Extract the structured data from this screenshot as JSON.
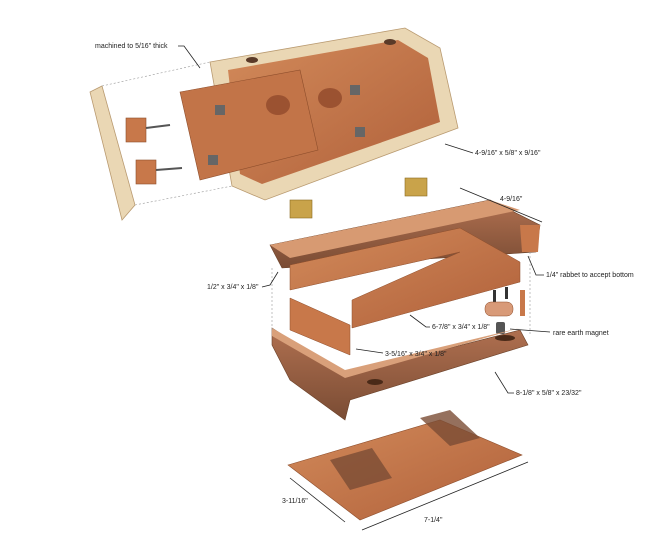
{
  "labels": {
    "lid_thickness": "machined to 5/16\" thick",
    "lid_end": "4-9/16\" x 5/8\" x 9/16\"",
    "box_width": "4-9/16\"",
    "rabbet": "1/4\" rabbet to accept bottom",
    "short_rail": "1/2\" x 3/4\" x 1/8\"",
    "long_liner": "6-7/8\" x 3/4\" x 1/8\"",
    "magnet": "rare earth magnet",
    "short_liner": "3-5/16\" x 3/4\" x 1/8\"",
    "long_side": "8-1/8\" x 5/8\" x 23/32\"",
    "bottom_width": "3-11/16\"",
    "bottom_length": "7-1/4\""
  },
  "colors": {
    "maple": "#ead7b4",
    "cherry": "#c8784a",
    "walnut": "#8a5a3c",
    "brass": "#c9a34a"
  }
}
